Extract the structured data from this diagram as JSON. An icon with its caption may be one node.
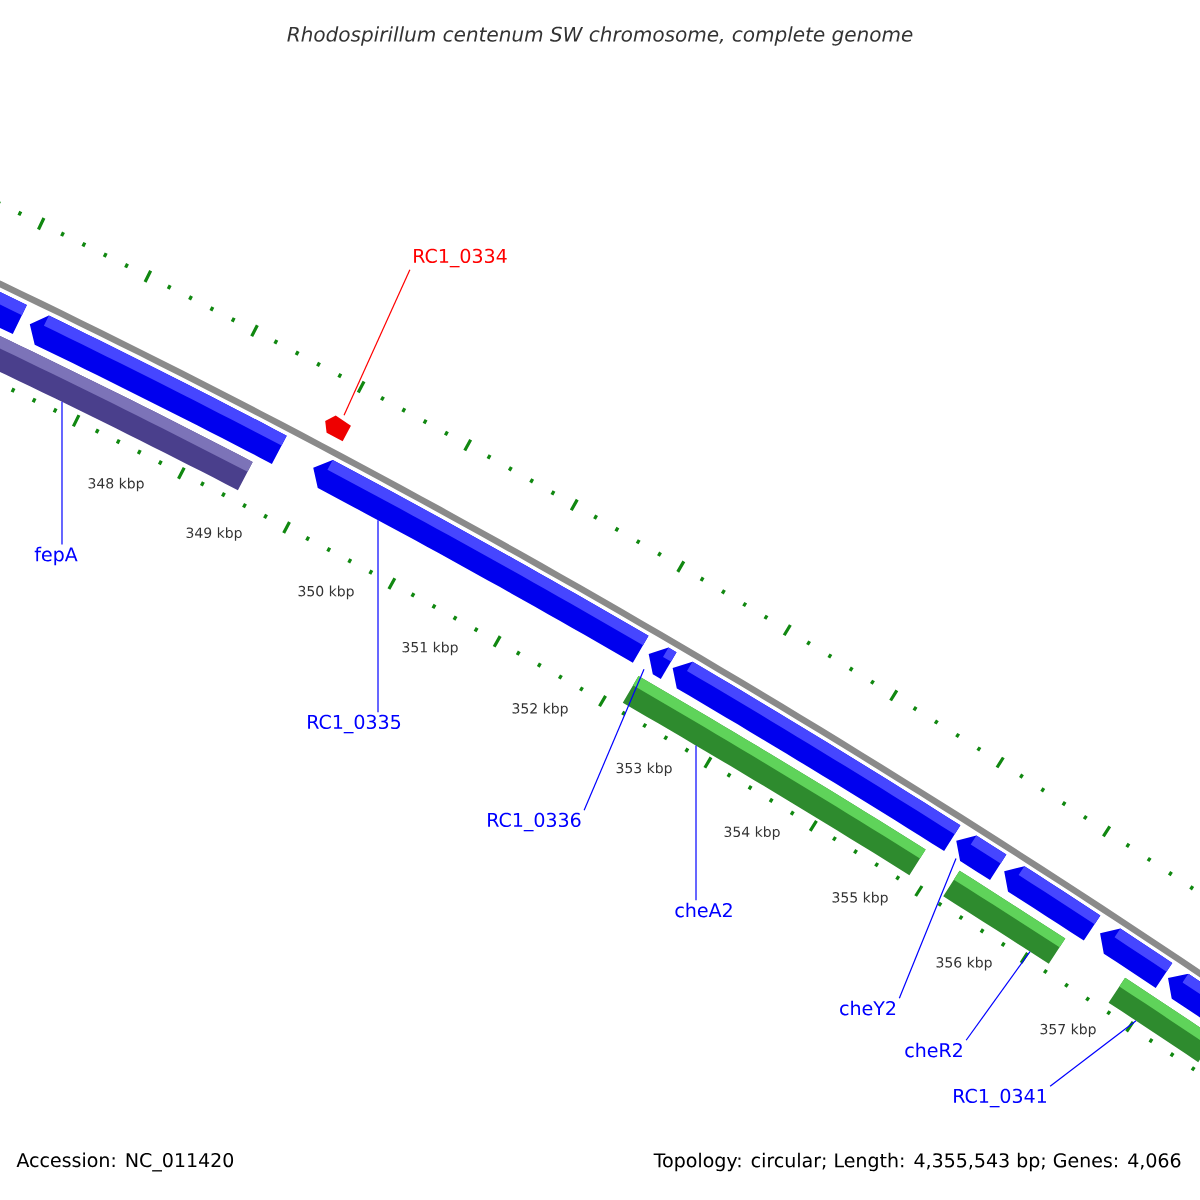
{
  "diagram": {
    "title": "Rhodospirillum centenum SW chromosome, complete genome",
    "nodes": [
      {
        "text": [
          "RC1_0334"
        ]
      },
      {
        "text": [
          "fepA"
        ]
      },
      {
        "text": [
          "RC1_0335"
        ]
      },
      {
        "text": [
          "RC1_0336"
        ]
      },
      {
        "text": [
          "cheA2"
        ]
      },
      {
        "text": [
          "cheY2"
        ]
      },
      {
        "text": [
          "cheR2"
        ]
      },
      {
        "text": [
          "RC1_0341"
        ]
      },
      {
        "text": [],
        "shape": "bar"
      },
      {
        "text": [],
        "shape": "bar"
      },
      {
        "text": [],
        "shape": "bar"
      },
      {
        "text": [],
        "shape": "bar"
      },
      {
        "text": [],
        "shape": "bar"
      },
      {
        "text": [],
        "shape": "bar"
      },
      {
        "text": [],
        "shape": "bar"
      },
      {
        "text": [],
        "shape": "bar"
      }
    ],
    "edges": [
      {
        "from": 0,
        "to": 9,
        "arrow": "none",
        "color": "#ff0000"
      },
      {
        "from": 1,
        "to": 8,
        "arrow": "none"
      },
      {
        "from": 2,
        "to": 10,
        "arrow": "none"
      },
      {
        "from": 3,
        "to": 11,
        "arrow": "none"
      },
      {
        "from": 4,
        "to": 12,
        "arrow": "none"
      },
      {
        "from": 5,
        "to": 13,
        "arrow": "none"
      },
      {
        "from": 6,
        "to": 14,
        "arrow": "none"
      },
      {
        "from": 7,
        "to": 15,
        "arrow": "none"
      }
    ],
    "labels": [
      "348 kbp",
      "349 kbp",
      "350 kbp",
      "351 kbp",
      "352 kbp",
      "353 kbp",
      "354 kbp",
      "355 kbp",
      "356 kbp",
      "357 kbp",
      "Accession: NC_011420",
      "Topology: circular; Length: 4,355,543 bp; Genes: 4,066"
    ]
  }
}
